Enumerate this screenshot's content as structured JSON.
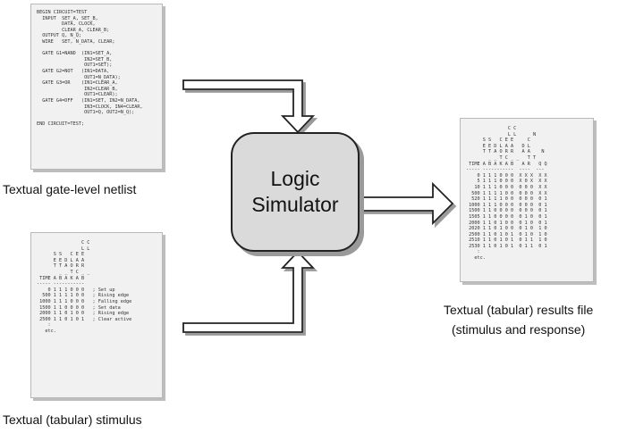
{
  "netlist": {
    "lines": [
      "BEGIN CIRCUIT=TEST",
      "  INPUT  SET_A, SET_B,",
      "         DATA, CLOCK,",
      "         CLEAR_A, CLEAR_B;",
      "  OUTPUT Q, N_Q;",
      "  WIRE   SET, N_DATA, CLEAR;",
      "",
      "  GATE G1=NAND  (IN1=SET_A,",
      "                 IN2=SET_B,",
      "                 OUT1=SET);",
      "  GATE G2=NOT   (IN1=DATA,",
      "                 OUT1=N_DATA);",
      "  GATE G3=OR    (IN1=CLEAR_A,",
      "                 IN2=CLEAR_B,",
      "                 OUT1=CLEAR);",
      "  GATE G4=DFF   (IN1=SET, IN2=N_DATA,",
      "                 IN3=CLOCK, IN4=CLEAR,",
      "                 OUT1=Q, OUT2=N_Q);",
      "",
      "END CIRCUIT=TEST;"
    ],
    "caption": "Textual gate-level netlist"
  },
  "stimulus": {
    "lines": [
      "                C C",
      "                L L",
      "      S S   C E E",
      "      E E D L A A",
      "      T T A O R R",
      "        _ _ T C _ _",
      " TIME A B A K A B",
      "----- -----------",
      "    0 1 1 1 0 0 0   ; Set up",
      "  500 1 1 1 1 0 0   ; Rising edge",
      " 1000 1 1 1 0 0 0   ; Falling edge",
      " 1500 1 1 0 0 0 0   ; Set data",
      " 2000 1 1 0 1 0 0   ; Rising edge",
      " 2500 1 1 0 1 0 1   ; Clear active",
      "    :",
      "   etc."
    ],
    "caption": "Textual (tabular) stimulus"
  },
  "simulator": {
    "label": "Logic\nSimulator"
  },
  "results": {
    "lines": [
      "               C C",
      "               L L      N",
      "      S S   C E E     C",
      "      E E D L A A   D L",
      "      T T A O R R   A A    N",
      "        _ _ T C _ _   T T",
      " TIME A B A K A B   A R   Q Q",
      "----- -----------  ----  ---",
      "    0 1 1 1 0 0 0  X X X  X X",
      "    5 1 1 1 0 0 0  X 0 X  X X",
      "   10 1 1 1 0 0 0  0 0 0  X X",
      "  500 1 1 1 1 0 0  0 0 0  X X",
      "  520 1 1 1 1 0 0  0 0 0  0 1",
      " 1000 1 1 1 0 0 0  0 0 0  0 1",
      " 1500 1 1 0 0 0 0  0 0 0  0 1",
      " 1505 1 1 0 0 0 0  0 1 0  0 1",
      " 2000 1 1 0 1 0 0  0 1 0  0 1",
      " 2020 1 1 0 1 0 0  0 1 0  1 0",
      " 2500 1 1 0 1 0 1  0 1 0  1 0",
      " 2510 1 1 0 1 0 1  0 1 1  1 0",
      " 2530 1 1 0 1 0 1  0 1 1  0 1",
      "    :",
      "   etc."
    ],
    "caption_line1": "Textual (tabular) results file",
    "caption_line2": "(stimulus and response)"
  }
}
